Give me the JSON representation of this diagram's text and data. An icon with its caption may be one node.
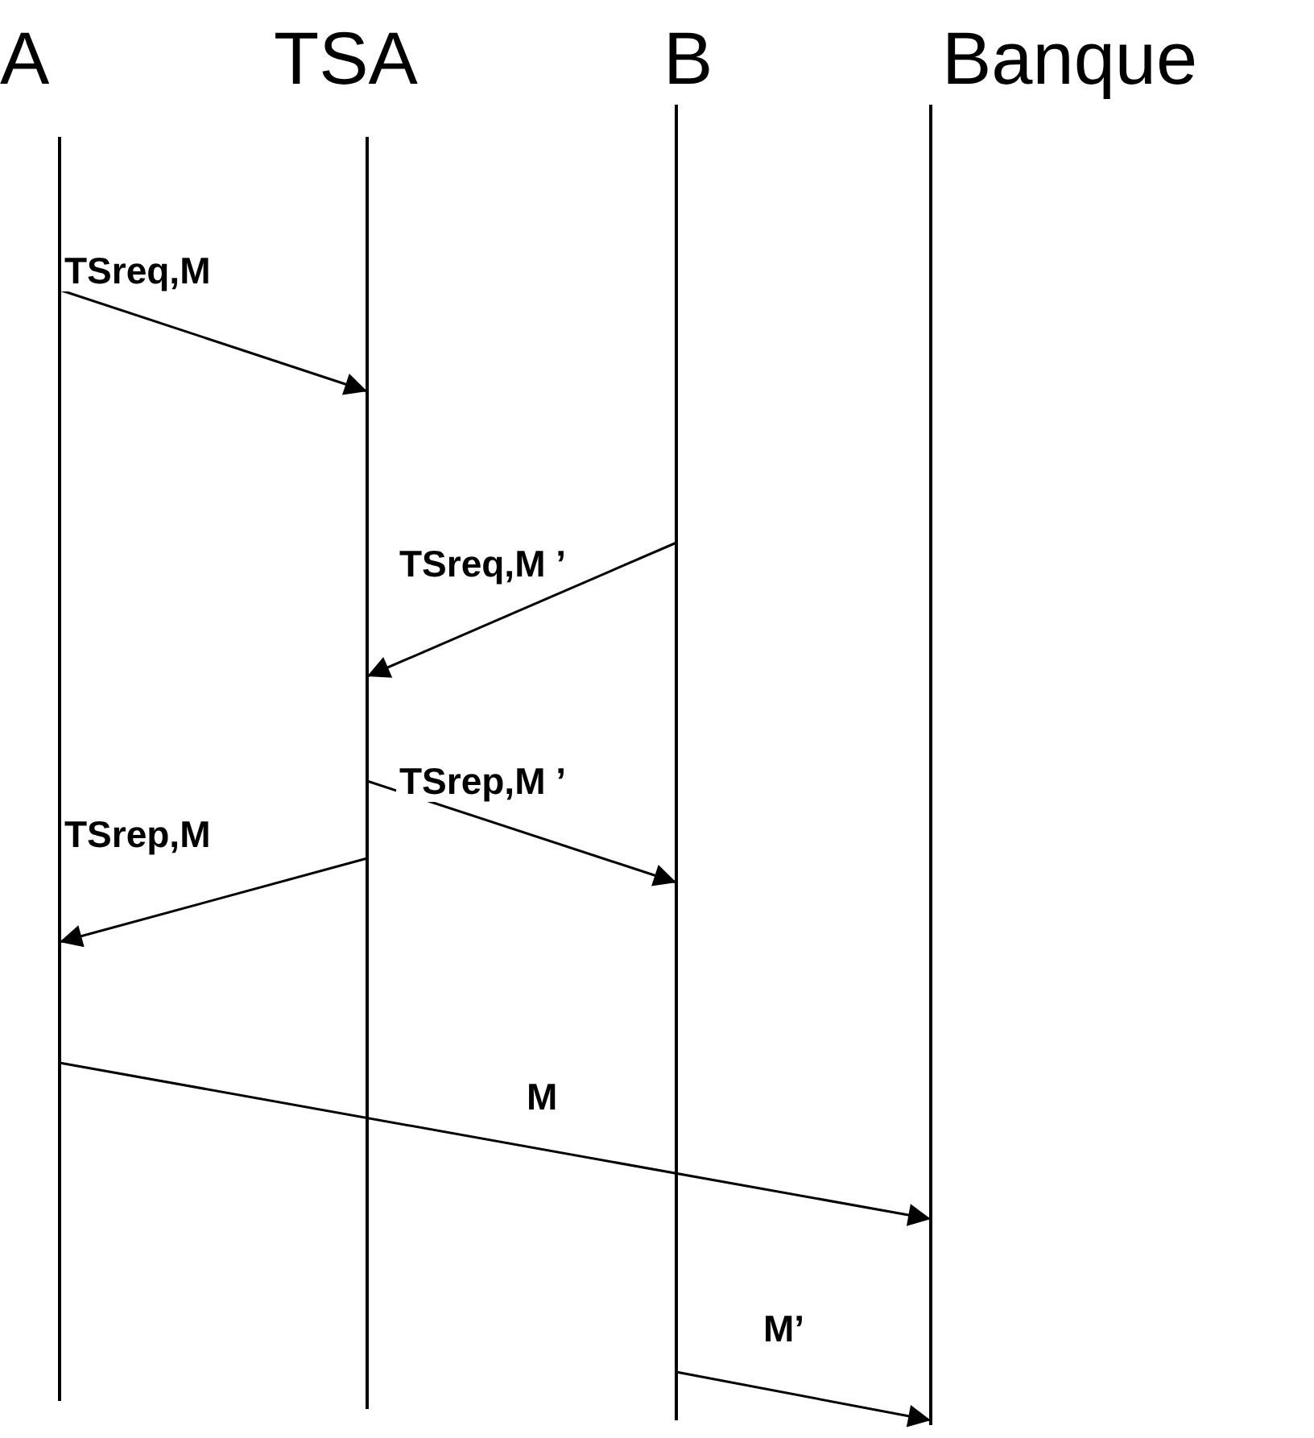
{
  "diagram": {
    "nodes": [
      {
        "text": [
          "A"
        ]
      },
      {
        "text": [
          "TSA"
        ]
      },
      {
        "text": [
          "B"
        ]
      },
      {
        "text": [
          "Banque"
        ]
      }
    ],
    "edges": [
      {
        "from": 0,
        "to": 1,
        "arrow": "to",
        "label": "TSreq,M"
      },
      {
        "from": 2,
        "to": 1,
        "arrow": "to",
        "label": "TSreq,M ’"
      },
      {
        "from": 1,
        "to": 2,
        "arrow": "to",
        "label": "TSrep,M ’"
      },
      {
        "from": 1,
        "to": 0,
        "arrow": "to",
        "label": "TSrep,M"
      },
      {
        "from": 0,
        "to": 3,
        "arrow": "to",
        "label": "M"
      },
      {
        "from": 2,
        "to": 3,
        "arrow": "to",
        "label": "M’"
      }
    ]
  }
}
